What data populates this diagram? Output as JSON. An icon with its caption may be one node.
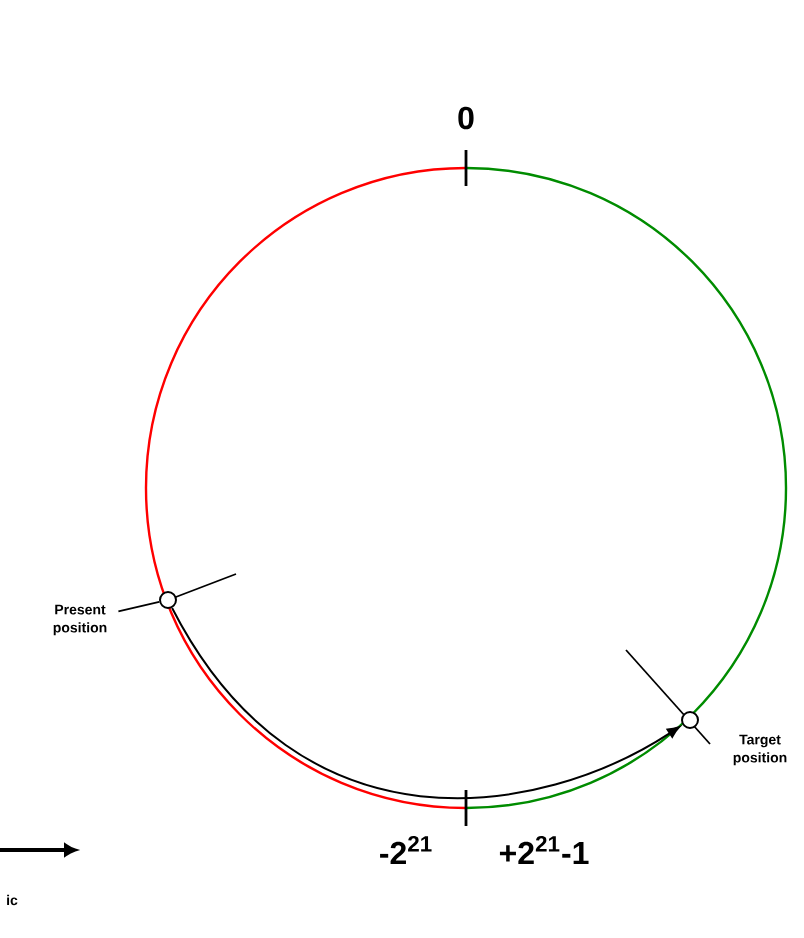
{
  "diagram": {
    "nodes": [
      {
        "text": [
          "Present position"
        ]
      },
      {
        "text": [],
        "shape": "circle"
      },
      {
        "text": [],
        "shape": "circle"
      },
      {
        "text": [
          "Target position"
        ]
      }
    ],
    "edges": [
      {
        "from": 0,
        "to": 1,
        "arrow": "none"
      },
      {
        "from": 1,
        "to": 2,
        "arrow": "to"
      }
    ],
    "labels": [
      "0",
      "-2$^{21}$",
      "+2$^{21}$-1",
      "ic"
    ]
  }
}
